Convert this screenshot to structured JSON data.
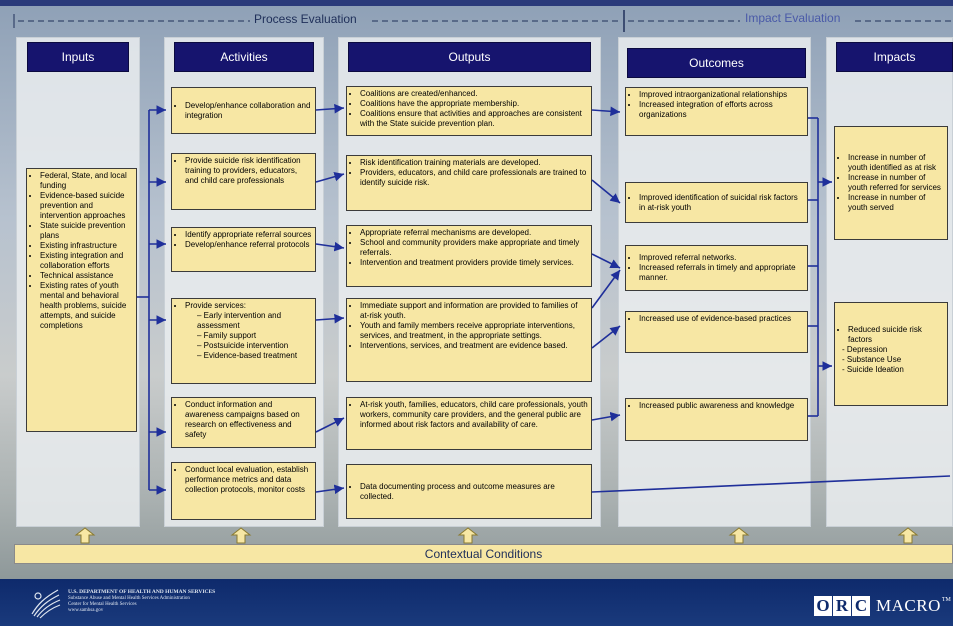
{
  "evaluation": {
    "process_label": "Process Evaluation",
    "impact_label": "Impact Evaluation"
  },
  "columns": {
    "inputs": "Inputs",
    "activities": "Activities",
    "outputs": "Outputs",
    "outcomes": "Outcomes",
    "impacts": "Impacts"
  },
  "inputs": [
    "Federal, State, and local funding",
    "Evidence-based suicide prevention and intervention approaches",
    "State suicide prevention plans",
    "Existing infrastructure",
    "Existing integration and collaboration efforts",
    "Technical assistance",
    "Existing rates of youth mental and behavioral health problems, suicide attempts, and suicide completions"
  ],
  "activities": [
    {
      "text": "Develop/enhance collaboration and integration"
    },
    {
      "text": "Provide suicide risk identification training to providers, educators, and child care professionals"
    },
    {
      "items": [
        "Identify appropriate referral sources",
        "Develop/enhance referral protocols"
      ]
    },
    {
      "head": "Provide services:",
      "subs": [
        "Early intervention and assessment",
        "Family support",
        "Postsuicide intervention",
        "Evidence-based treatment"
      ]
    },
    {
      "text": "Conduct information and awareness campaigns based on research on effectiveness and safety"
    },
    {
      "text": "Conduct local evaluation, establish performance metrics and data collection protocols, monitor costs"
    }
  ],
  "outputs": [
    [
      "Coalitions are created/enhanced.",
      "Coalitions have the appropriate membership.",
      "Coalitions ensure that activities and approaches are consistent with the State suicide prevention plan."
    ],
    [
      "Risk identification training materials are developed.",
      "Providers, educators, and child care professionals are trained to identify suicide risk."
    ],
    [
      "Appropriate referral mechanisms are developed.",
      "School and community providers make appropriate and timely referrals.",
      "Intervention and treatment providers provide timely services."
    ],
    [
      "Immediate support and information are provided to families of at-risk youth.",
      "Youth and family members receive appropriate interventions, services, and treatment, in the appropriate settings.",
      "Interventions, services, and treatment are evidence based."
    ],
    [
      "At-risk youth, families, educators, child care professionals, youth workers, community care providers, and the general public are informed about risk factors and availability of care."
    ],
    [
      "Data documenting process and outcome measures are collected."
    ]
  ],
  "outcomes": [
    [
      "Improved intraorganizational relationships",
      "Increased integration of efforts across organizations"
    ],
    [
      "Improved identification of suicidal risk factors in at-risk youth"
    ],
    [
      "Improved referral networks.",
      "Increased referrals in timely and appropriate manner."
    ],
    [
      "Increased use of evidence-based practices"
    ],
    [
      "Increased public awareness and knowledge"
    ]
  ],
  "impacts": {
    "box1": [
      "Increase in number of youth identified as at risk",
      "Increase in number of youth referred for services",
      "Increase in number of youth served"
    ],
    "box2_bullet": "Reduced suicide risk factors",
    "box2_lines": [
      "- Depression",
      "- Substance Use",
      "- Suicide Ideation"
    ]
  },
  "contextual_conditions": "Contextual Conditions",
  "footer": {
    "hhs_line1": "U.S. DEPARTMENT OF HEALTH AND HUMAN SERVICES",
    "hhs_line2": "Substance Abuse and Mental Health Services Administration",
    "hhs_line3": "Center for Mental Health Services",
    "hhs_line4": "www.samhsa.gov",
    "orc_o": "O",
    "orc_r": "R",
    "orc_c": "C",
    "macro": "MACRO",
    "tm": "TM"
  },
  "colors": {
    "header_bg": "#16146e",
    "box_bg": "#f7e7a4",
    "arrow": "#1f2f9a",
    "footer_bg": "#0e2a6c"
  }
}
